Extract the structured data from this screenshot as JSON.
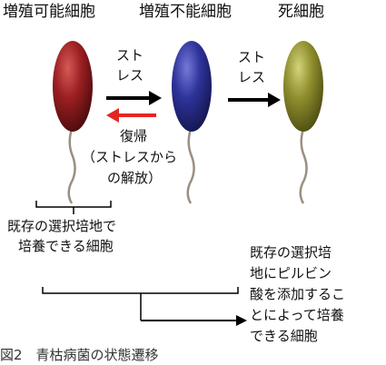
{
  "states": {
    "viable": "増殖可能細胞",
    "nonviable": "増殖不能細胞",
    "dead": "死細胞"
  },
  "arrows": {
    "stress_a_line1": "スト",
    "stress_a_line2": "レス",
    "stress_b_line1": "スト",
    "stress_b_line2": "レス",
    "recovery_line1": "復帰",
    "recovery_line2": "（ストレスから",
    "recovery_line3": "の解放）"
  },
  "groups": {
    "existing_line1": "既存の選択培地で",
    "existing_line2": "培養できる細胞",
    "pyruvate_line1": "既存の選択培",
    "pyruvate_line2": "地にピルビン",
    "pyruvate_line3": "酸を添加するこ",
    "pyruvate_line4": "とによって培養",
    "pyruvate_line5": "できる細胞"
  },
  "caption": "図2　青枯病菌の状態遷移",
  "colors": {
    "cell_viable": "#8c1a1c",
    "cell_nonviable": "#2b2f8c",
    "cell_dead": "#8a8a2a",
    "recovery_arrow": "#e52521",
    "stress_arrow": "#000000"
  }
}
